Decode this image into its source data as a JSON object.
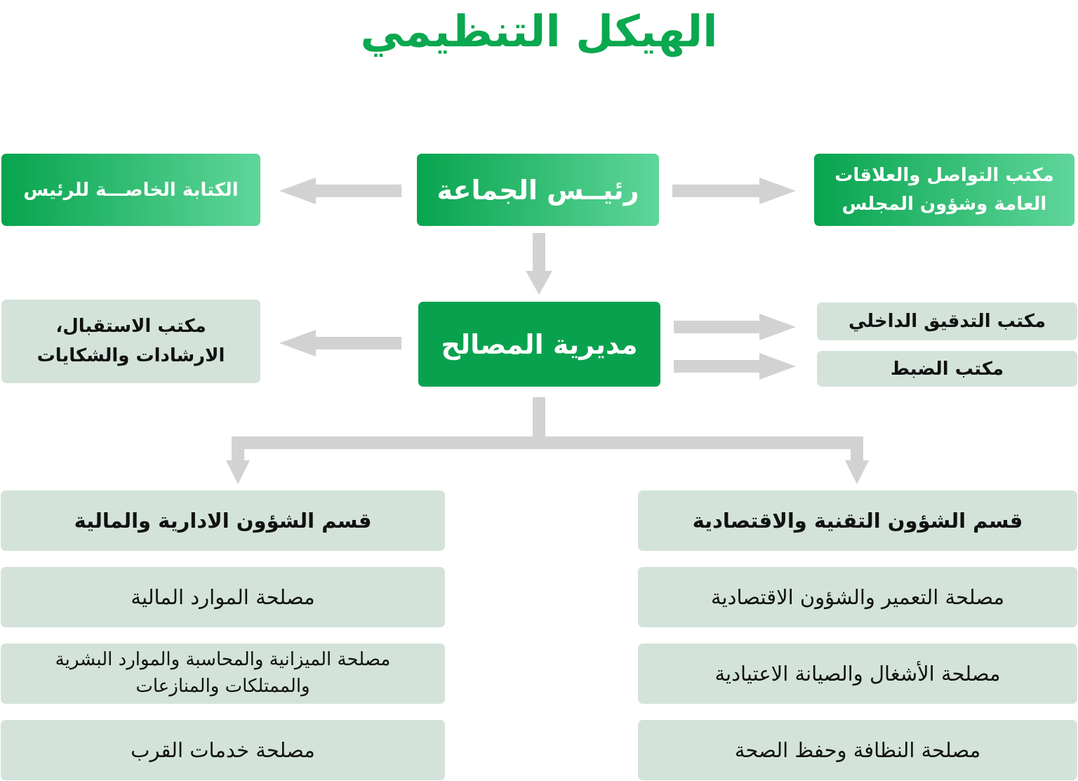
{
  "title": "الهيكل التنظيمي",
  "colors": {
    "title": "#0aa84f",
    "green": "#08a24f",
    "pale": "#d3e3da",
    "connector": "#d2d2d2"
  },
  "president": "رئيــس الجماعة",
  "private_secretariat": "الكتابة الخاصـــة للرئيس",
  "communication_office": {
    "line1": "مكتب التواصل والعلاقات",
    "line2": "العامة وشؤون المجلس"
  },
  "directorate": "مديرية المصالح",
  "reception_office": {
    "line1": "مكتب الاستقبال،",
    "line2": "الارشادات والشكايات"
  },
  "audit_office": "مكتب التدقيق الداخلي",
  "control_office": "مكتب الضبط",
  "admin_division": {
    "title": "قسم الشؤون الادارية والمالية",
    "services": [
      {
        "line1": "مصلحة الموارد المالية",
        "line2": ""
      },
      {
        "line1": "مصلحة الميزانية والمحاسبة والموارد البشرية",
        "line2": "والممتلكات والمنازعات"
      },
      {
        "line1": "مصلحة خدمات القرب",
        "line2": ""
      }
    ]
  },
  "technical_division": {
    "title": "قسم الشؤون التقنية والاقتصادية",
    "services": [
      {
        "line1": "مصلحة التعمير والشؤون الاقتصادية"
      },
      {
        "line1": "مصلحة الأشغال والصيانة الاعتيادية"
      },
      {
        "line1": "مصلحة النظافة وحفظ الصحة"
      }
    ]
  }
}
